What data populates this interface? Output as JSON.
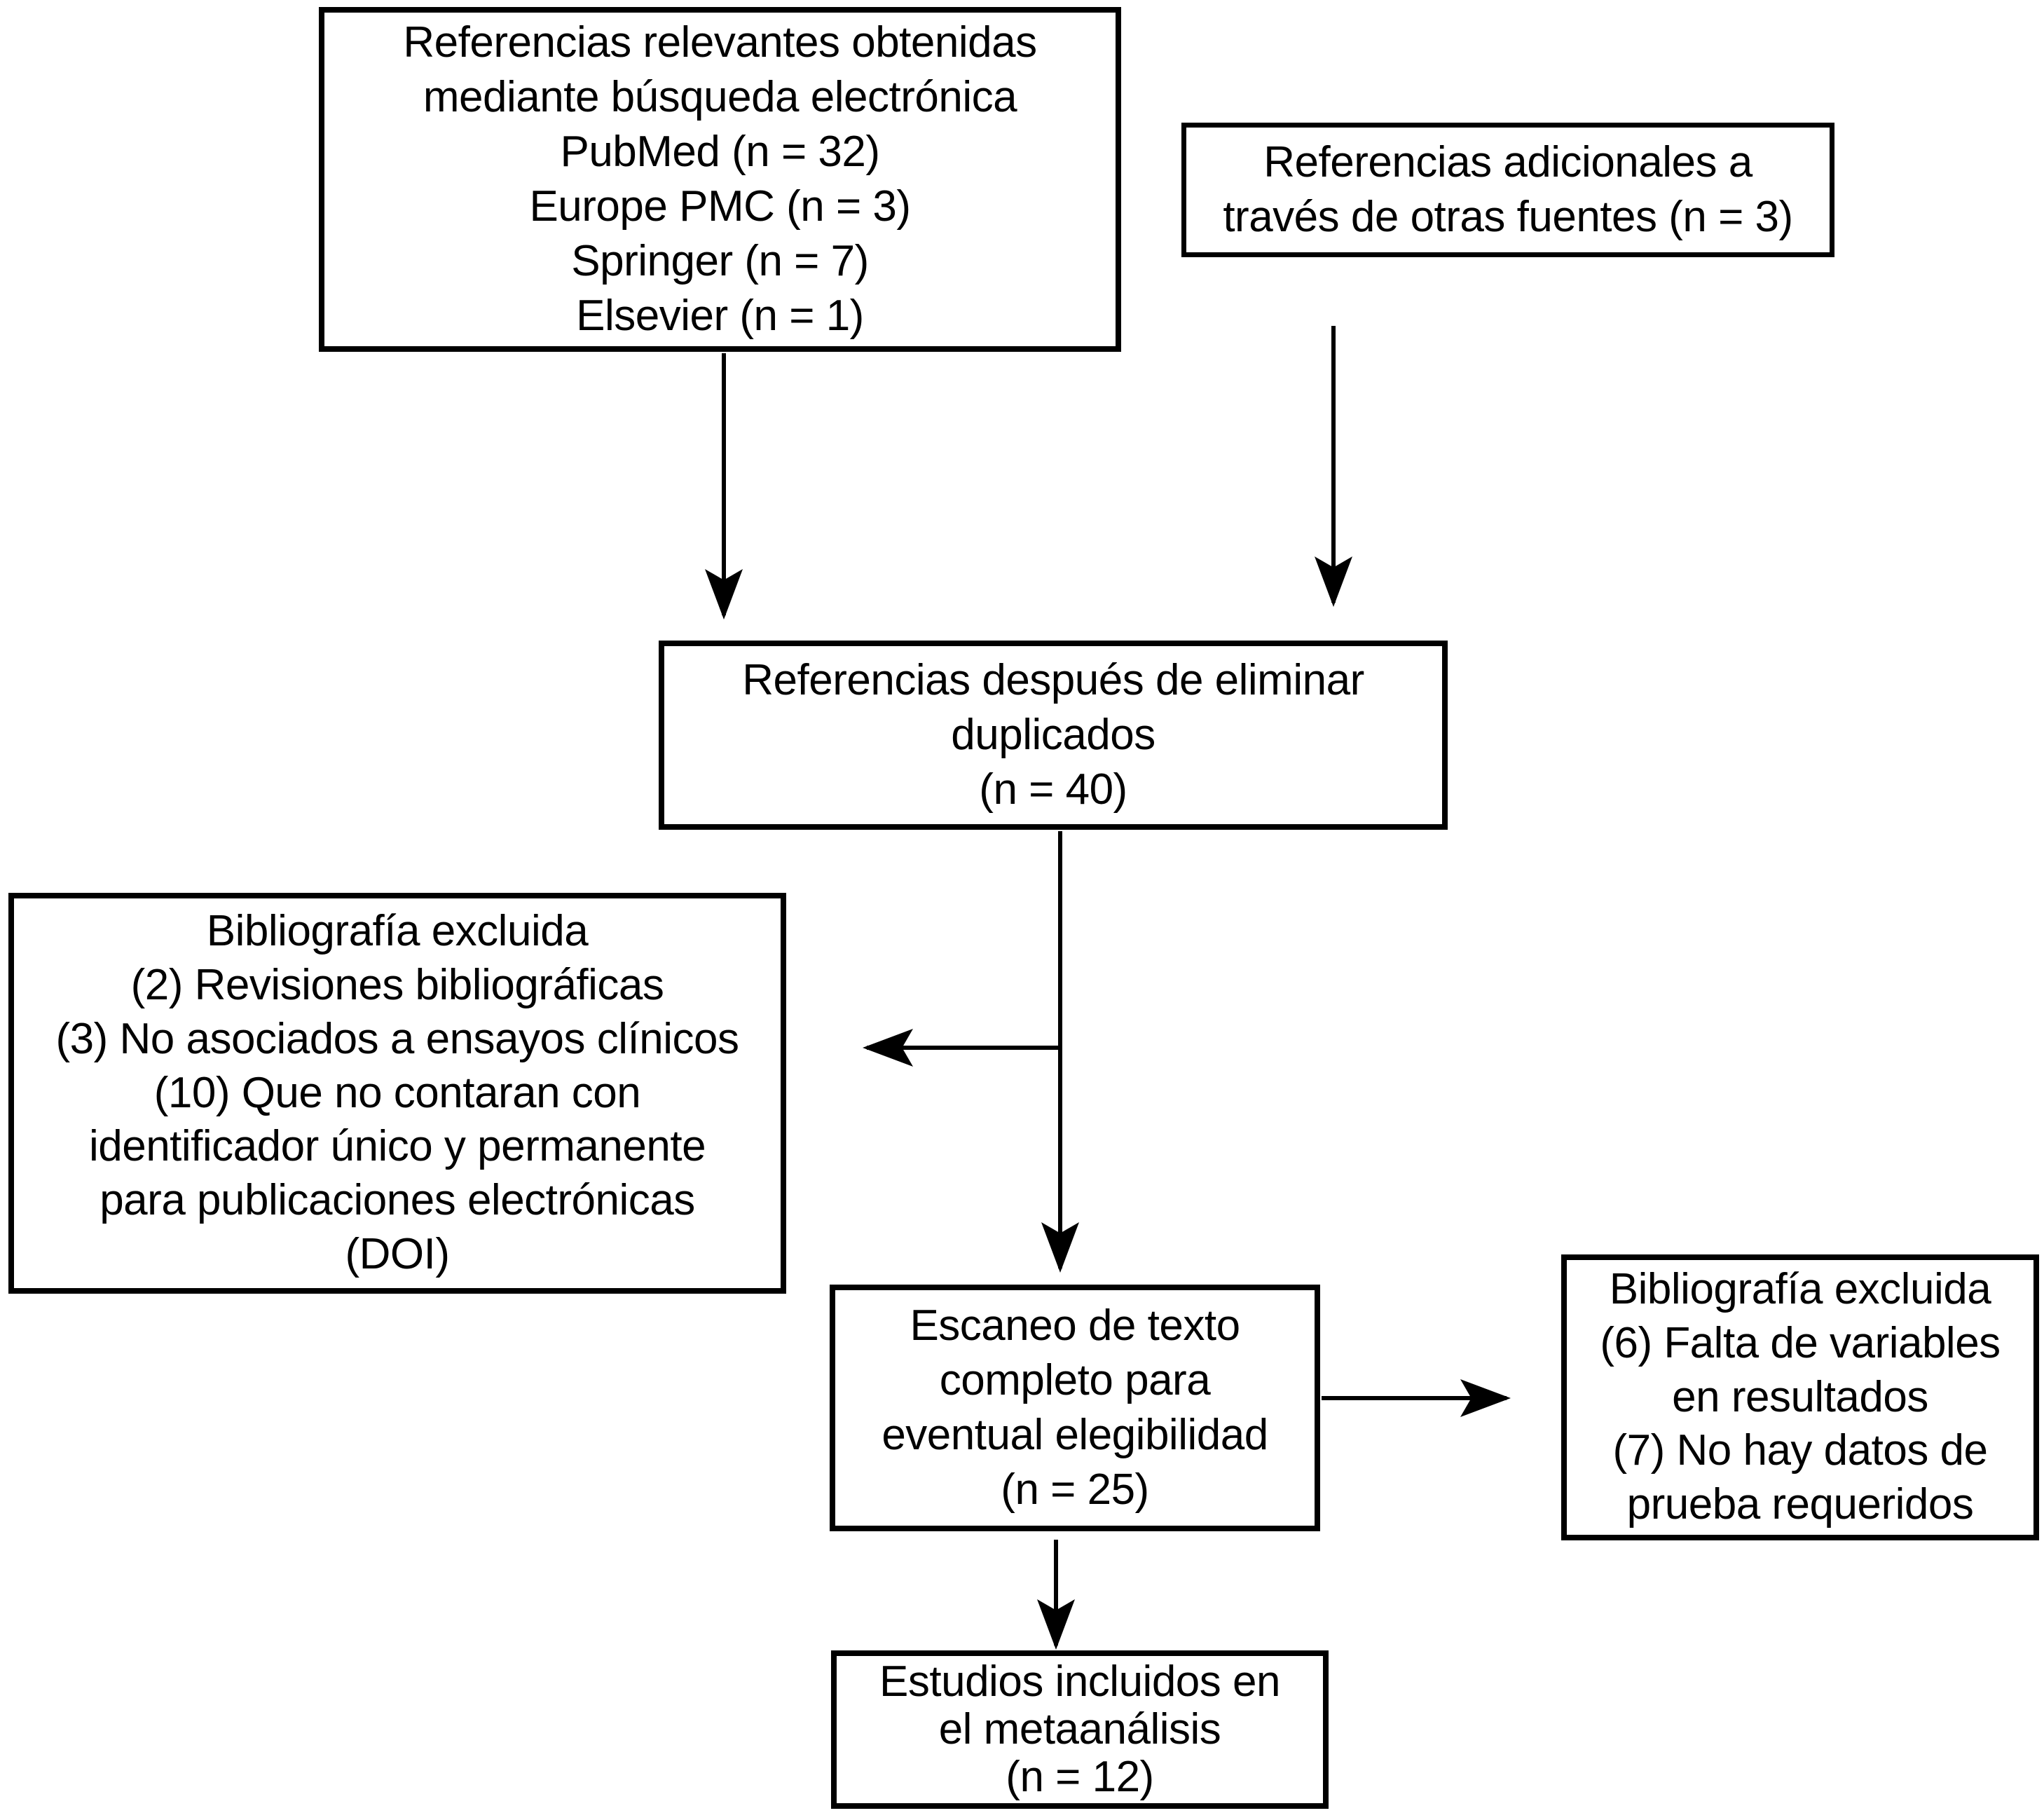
{
  "figure": {
    "type": "prisma-flow-diagram",
    "background_color": "#ffffff",
    "line_color": "#000000",
    "boxes": {
      "electronic_sources": {
        "lines": [
          "Referencias relevantes obtenidas",
          "mediante búsqueda electrónica",
          "PubMed (n = 32)",
          "Europe PMC (n = 3)",
          "Springer (n = 7)",
          "Elsevier (n = 1)"
        ]
      },
      "additional_sources": {
        "lines": [
          "Referencias adicionales a",
          "través de otras fuentes (n = 3)"
        ]
      },
      "after_duplicates": {
        "lines": [
          "Referencias después de eliminar",
          "duplicados",
          "(n = 40)"
        ]
      },
      "excluded_screening": {
        "lines": [
          "Bibliografía excluida",
          "(2) Revisiones bibliográficas",
          "(3) No asociados a ensayos clínicos",
          "(10) Que no contaran con",
          "identificador único y permanente",
          "para publicaciones electrónicas",
          "(DOI)"
        ]
      },
      "full_text": {
        "lines": [
          "Escaneo de texto",
          "completo para",
          "eventual elegibilidad",
          "(n = 25)"
        ]
      },
      "excluded_full_text": {
        "lines": [
          "Bibliografía excluida",
          "(6) Falta de variables",
          "en resultados",
          "(7) No hay datos de",
          "prueba requeridos"
        ]
      },
      "included": {
        "lines": [
          "Estudios incluidos en",
          "el metaanálisis",
          "(n = 12)"
        ]
      }
    }
  }
}
